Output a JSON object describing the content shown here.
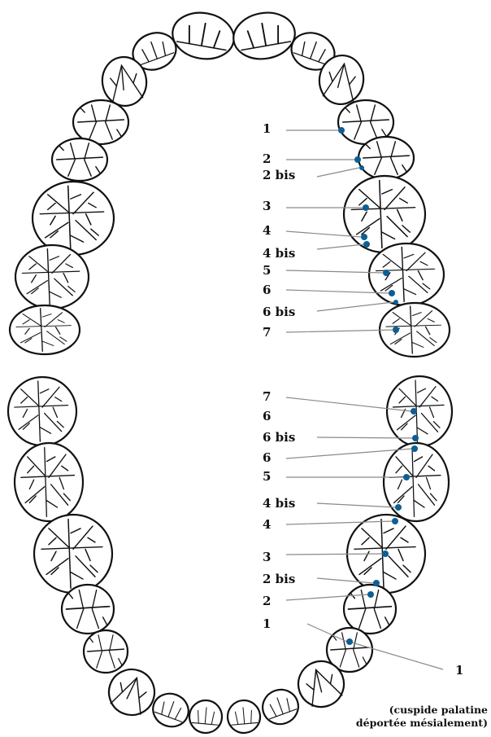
{
  "colors": {
    "outline": "#111111",
    "leader": "#8a8a8a",
    "point": "#0d5f93"
  },
  "upper_labels": [
    "1",
    "2",
    "2 bis",
    "3",
    "4",
    "4 bis",
    "5",
    "6",
    "6 bis",
    "7"
  ],
  "lower_labels": [
    "7",
    "6",
    "6 bis",
    "6",
    "5",
    "4 bis",
    "4",
    "3",
    "2 bis",
    "2",
    "1"
  ],
  "side_label": "1",
  "note": {
    "line1": "(cuspide palatine",
    "line2": "déportée mésialement)"
  }
}
